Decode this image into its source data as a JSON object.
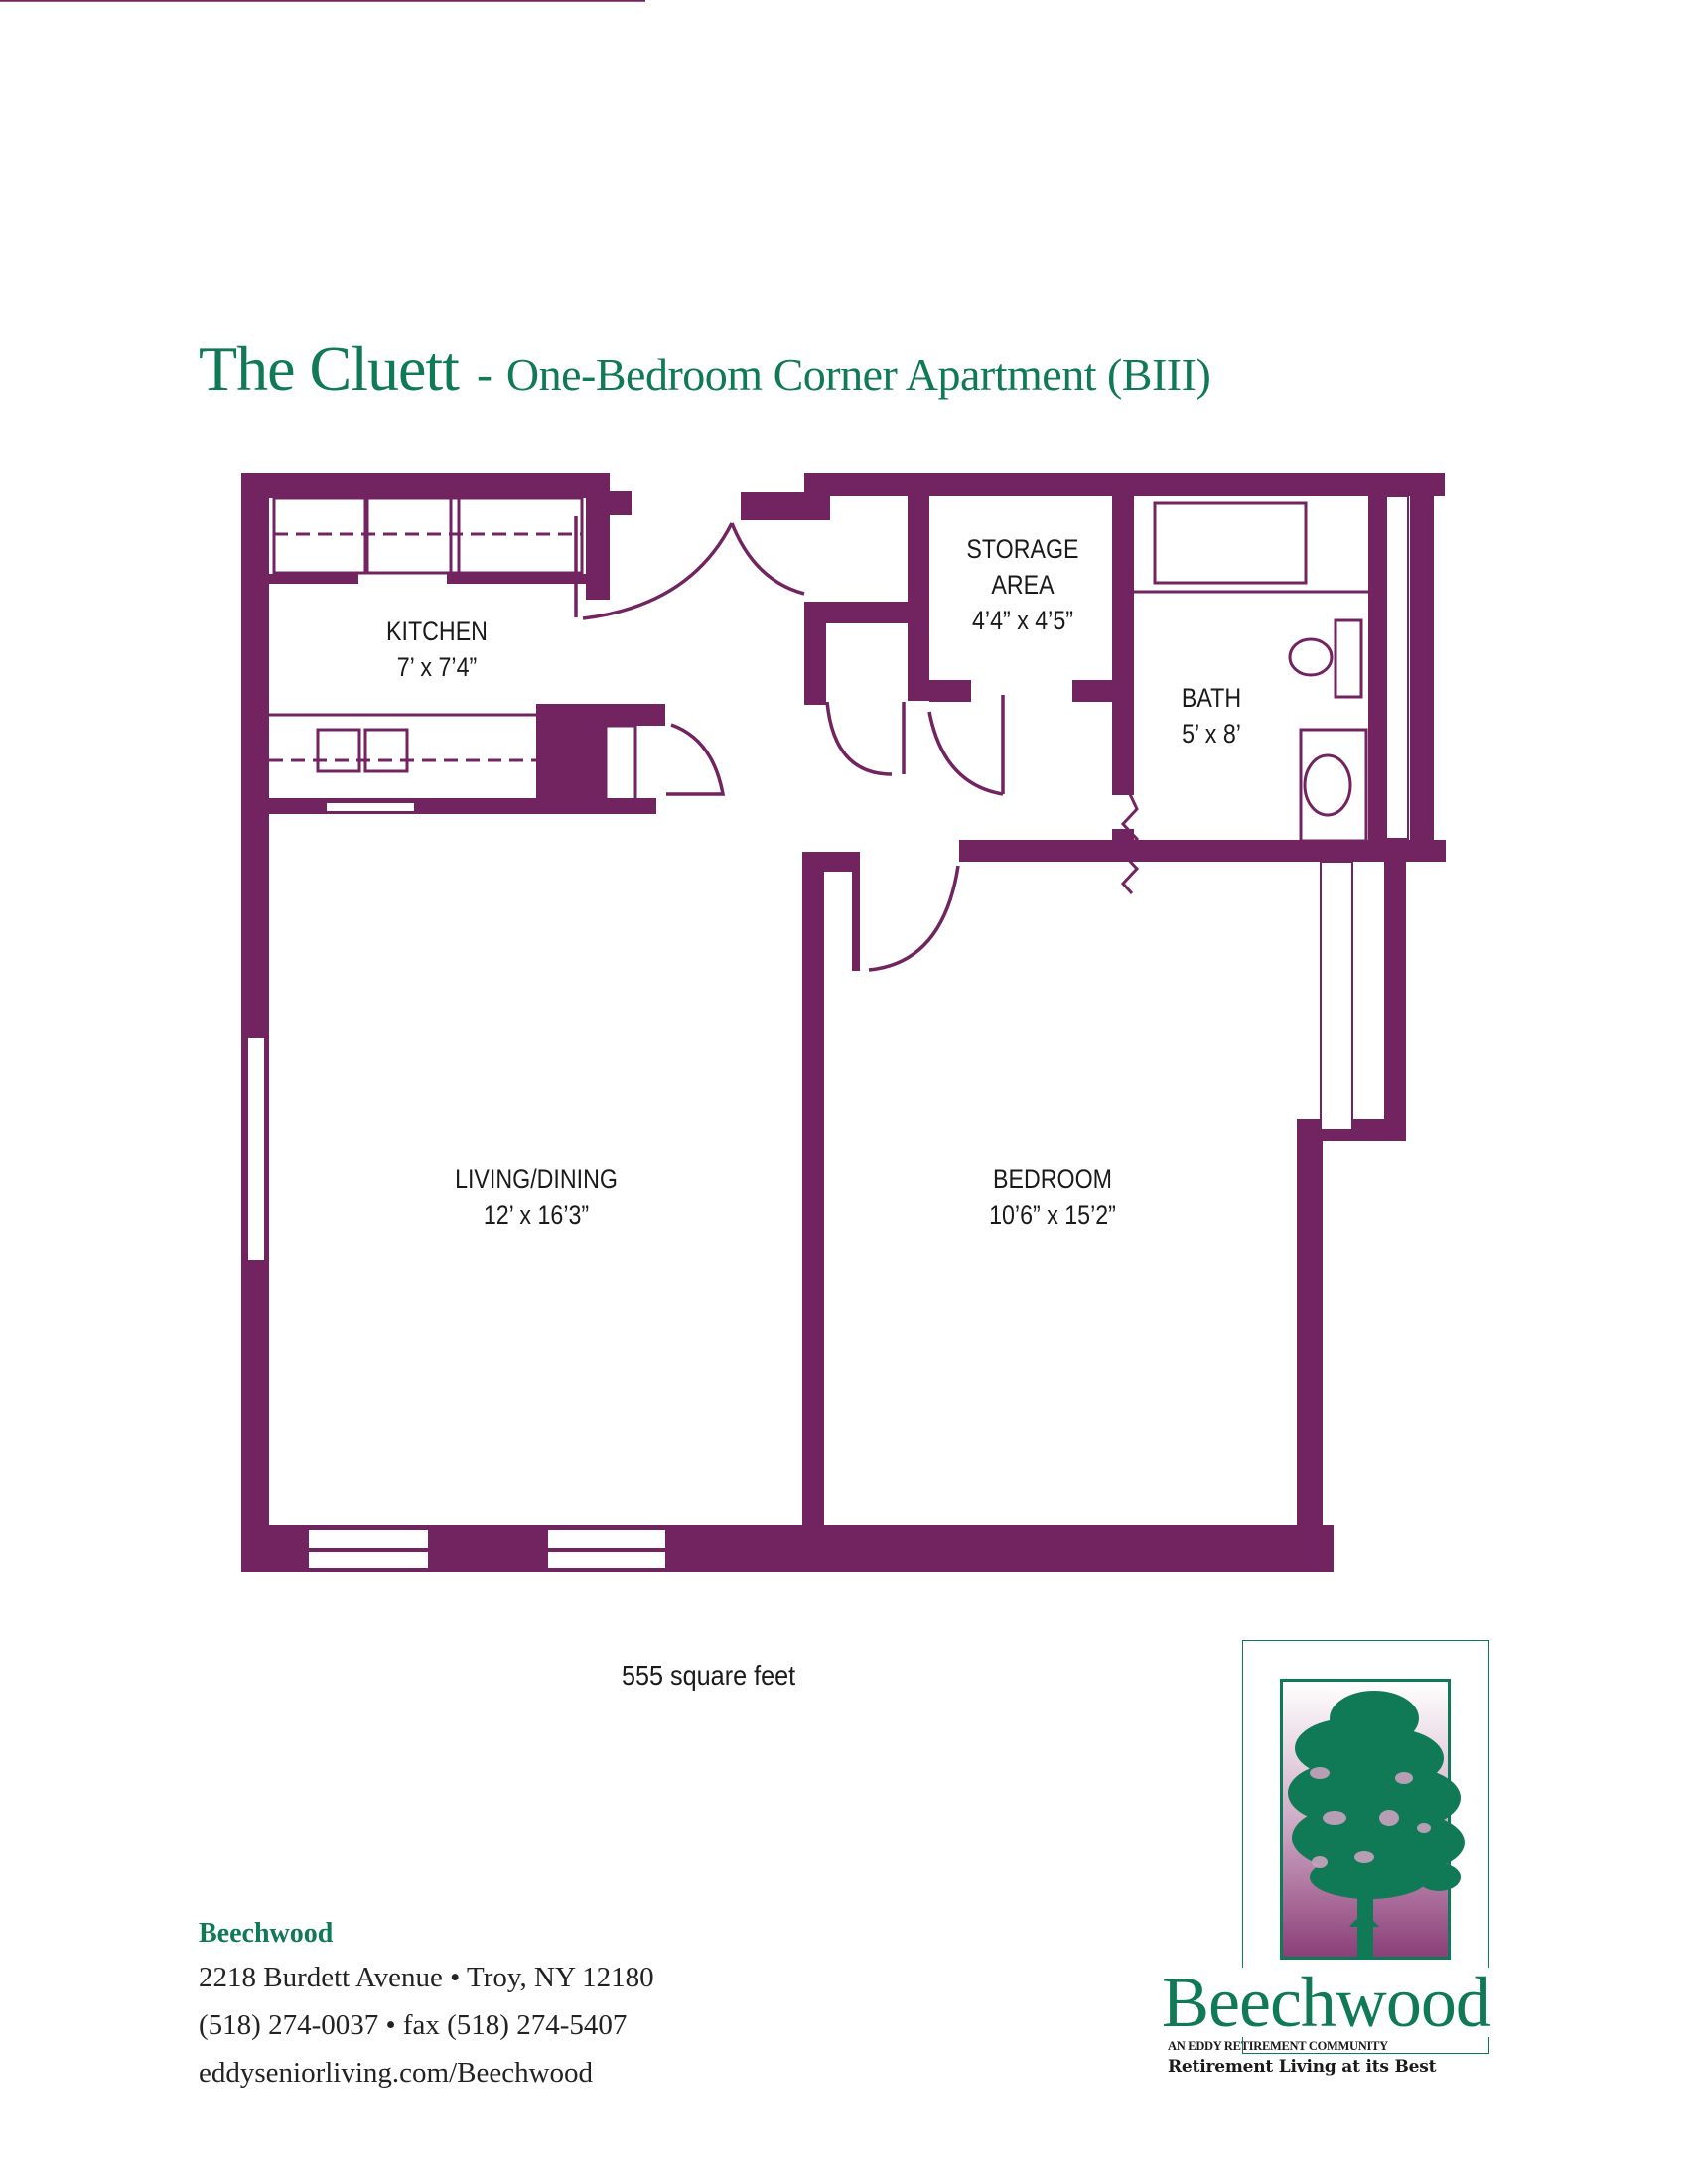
{
  "header": {
    "name": "The Cluett",
    "separator": "-",
    "subtitle": "One-Bedroom Corner Apartment (BIII)"
  },
  "rooms": {
    "kitchen": {
      "name": "KITCHEN",
      "size": "7’ x 7’4”"
    },
    "storage": {
      "name_line1": "STORAGE",
      "name_line2": "AREA",
      "size": "4’4” x 4’5”"
    },
    "bath": {
      "name": "BATH",
      "size": "5’ x 8’"
    },
    "living": {
      "name": "LIVING/DINING",
      "size": "12’ x 16’3”"
    },
    "bedroom": {
      "name": "BEDROOM",
      "size": "10’6” x 15’2”"
    }
  },
  "area": "555 square feet",
  "contact": {
    "name": "Beechwood",
    "address": "2218 Burdett Avenue • Troy, NY 12180",
    "phone": "(518) 274-0037 • fax (518) 274-5407",
    "website": "eddyseniorliving.com/Beechwood"
  },
  "logo": {
    "wordmark": "Beechwood",
    "subline": "AN EDDY RETIREMENT COMMUNITY",
    "tagline": "Retirement Living at its Best",
    "icon": "tree-icon"
  },
  "colors": {
    "wall": "#722461",
    "brand_green": "#0f7a55",
    "text": "#1a1a1a"
  }
}
